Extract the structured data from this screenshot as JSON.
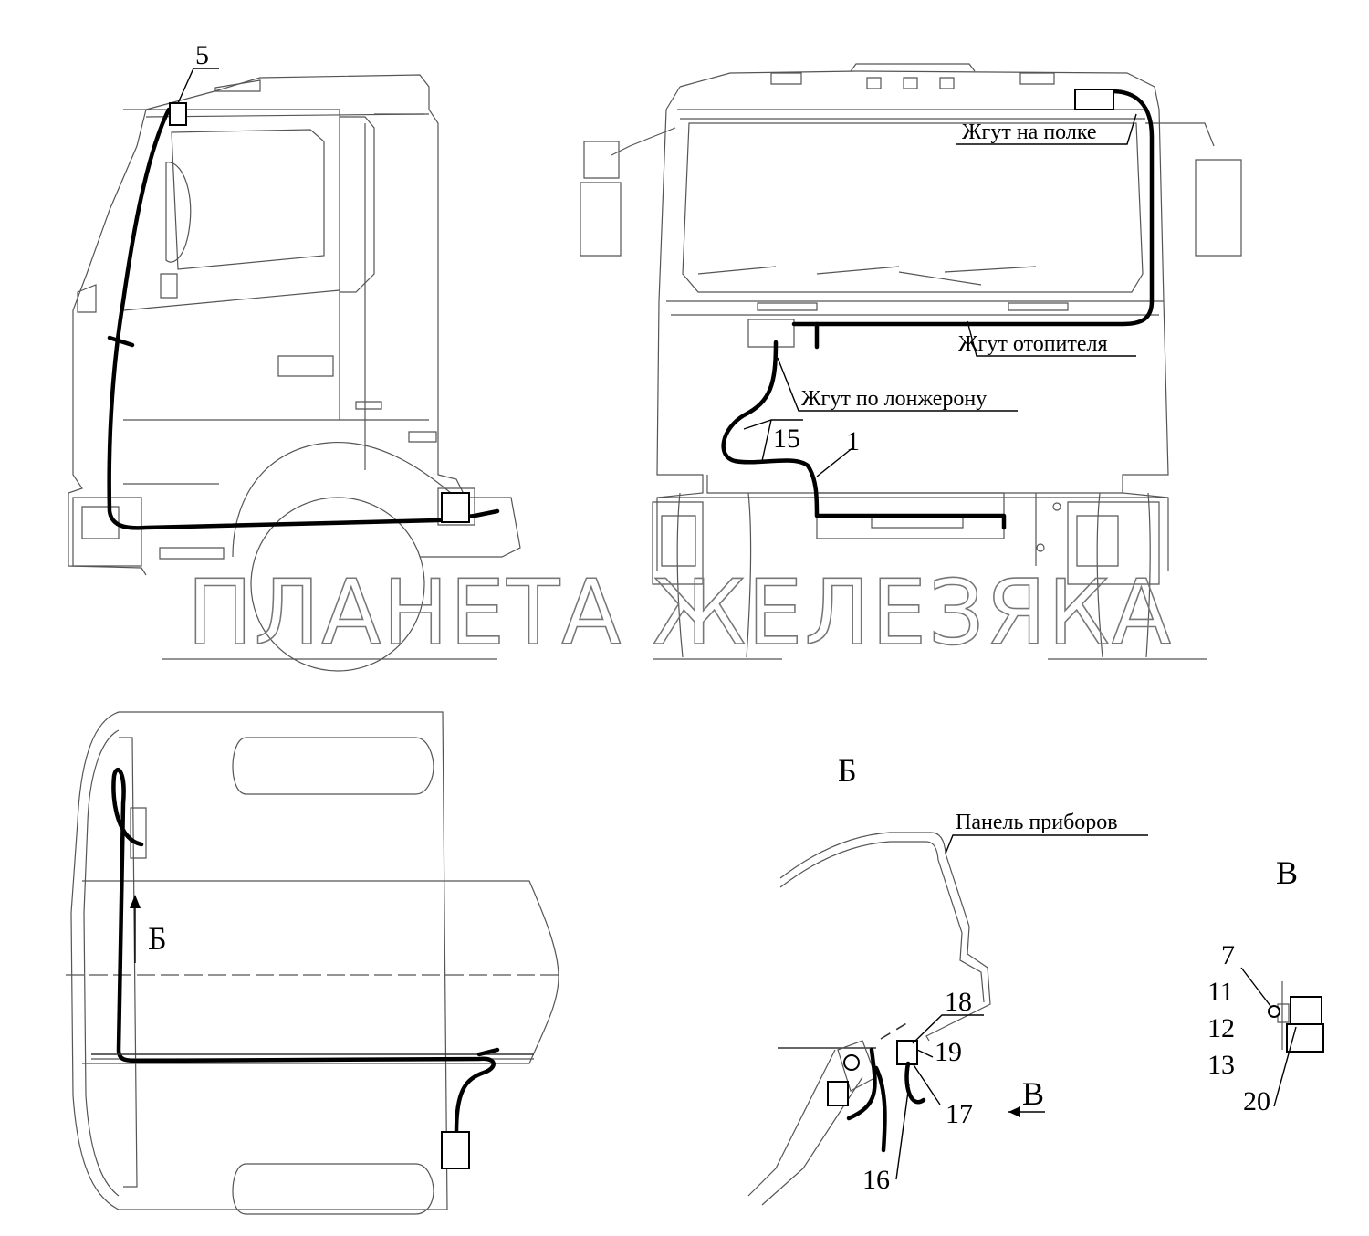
{
  "watermark": "ПЛАНЕТА ЖЕЛЕЗЯКА",
  "views": {
    "b_title": "Б",
    "v_title": "В",
    "b_arrow_label": "Б",
    "v_arrow_label": "В"
  },
  "callouts": {
    "c1": "1",
    "c5": "5",
    "c7": "7",
    "c11": "11",
    "c12": "12",
    "c13": "13",
    "c15": "15",
    "c16": "16",
    "c17": "17",
    "c18": "18",
    "c19": "19",
    "c20": "20"
  },
  "labels": {
    "shelf_harness": "Жгут на полке",
    "heater_harness": "Жгут отопителя",
    "spar_harness": "Жгут по лонжерону",
    "dashboard": "Панель приборов"
  },
  "colors": {
    "wire": "#000000",
    "outline": "#555555"
  }
}
